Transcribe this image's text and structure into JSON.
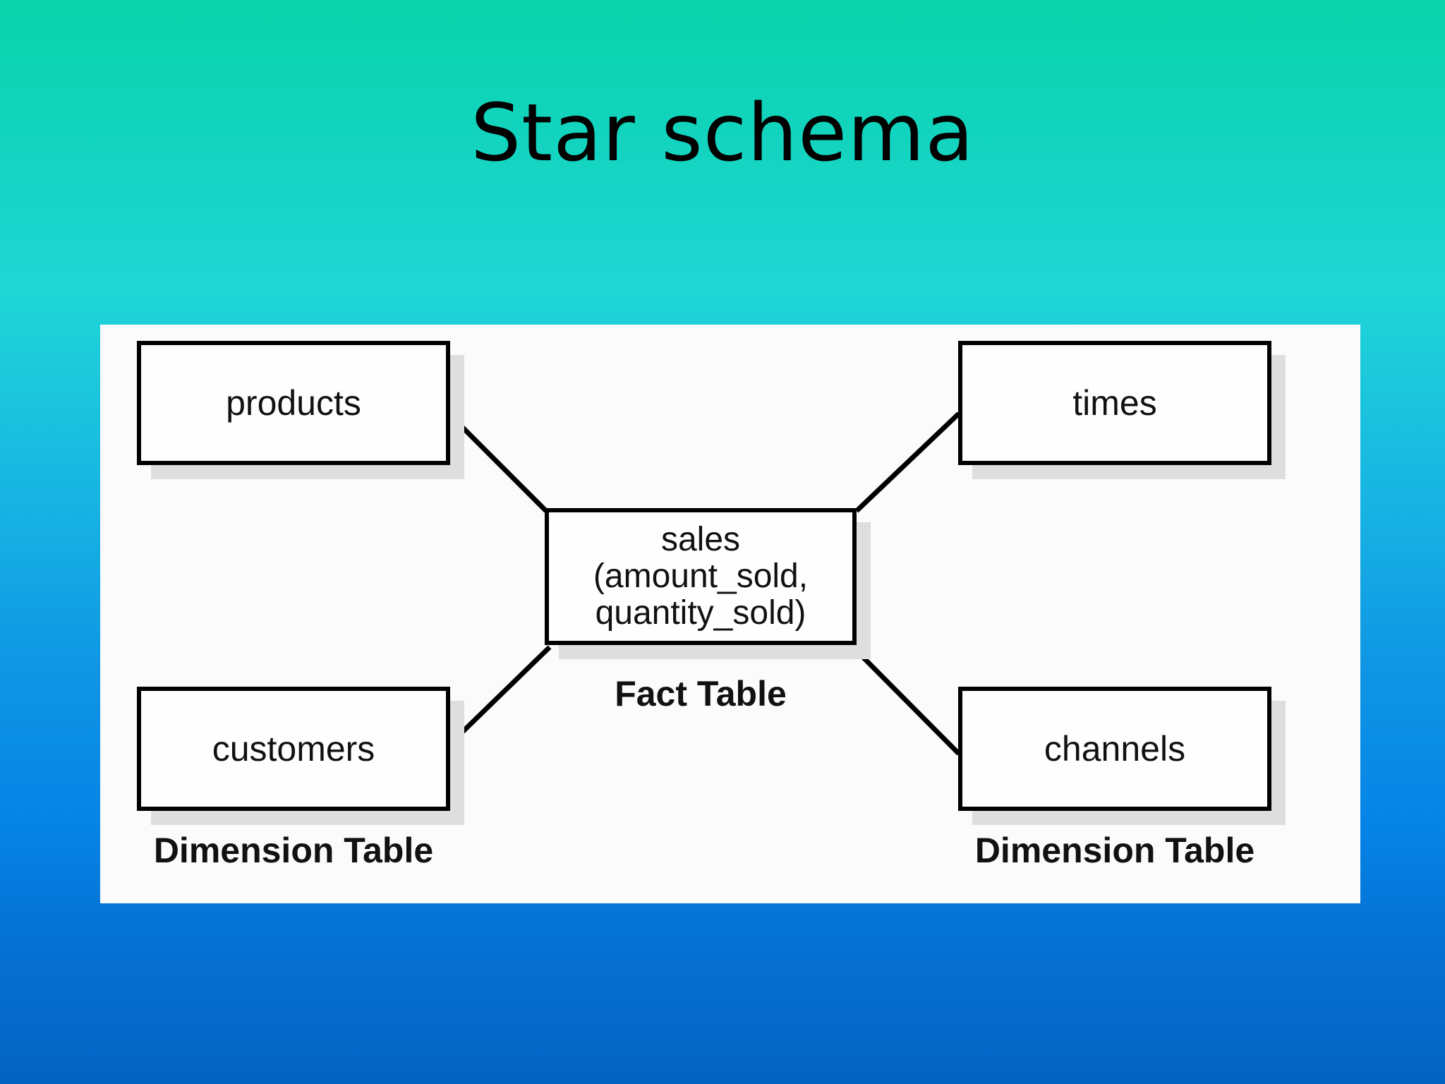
{
  "slide": {
    "title": "Star schema"
  },
  "diagram": {
    "fact_table": {
      "name": "sales",
      "measures_line1": "(amount_sold,",
      "measures_line2": "quantity_sold)",
      "caption": "Fact Table"
    },
    "dimensions": [
      {
        "name": "products"
      },
      {
        "name": "times"
      },
      {
        "name": "customers"
      },
      {
        "name": "channels"
      }
    ],
    "dimension_caption_left": "Dimension Table",
    "dimension_caption_right": "Dimension Table"
  }
}
